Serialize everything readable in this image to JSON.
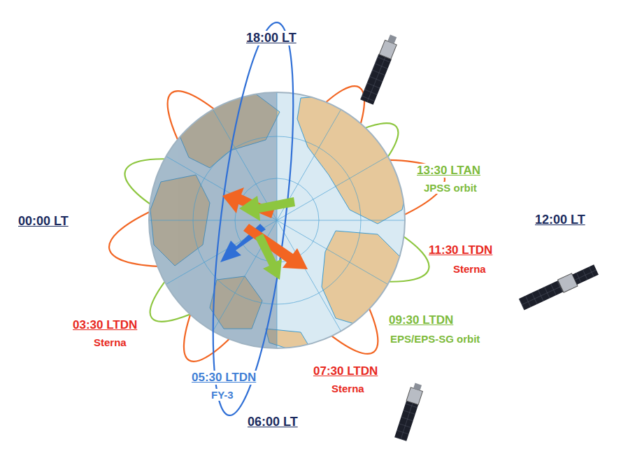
{
  "diagram": {
    "labels": [
      "18:00 LT",
      "00:00 LT",
      "12:00 LT",
      "13:30 LTAN",
      "JPSS orbit",
      "11:30 LTDN",
      "Sterna",
      "09:30 LTDN",
      "EPS/EPS-SG orbit",
      "07:30 LTDN",
      "Sterna",
      "05:30 LTDN",
      "FY-3",
      "03:30 LTDN",
      "Sterna",
      "06:00 LT"
    ]
  }
}
